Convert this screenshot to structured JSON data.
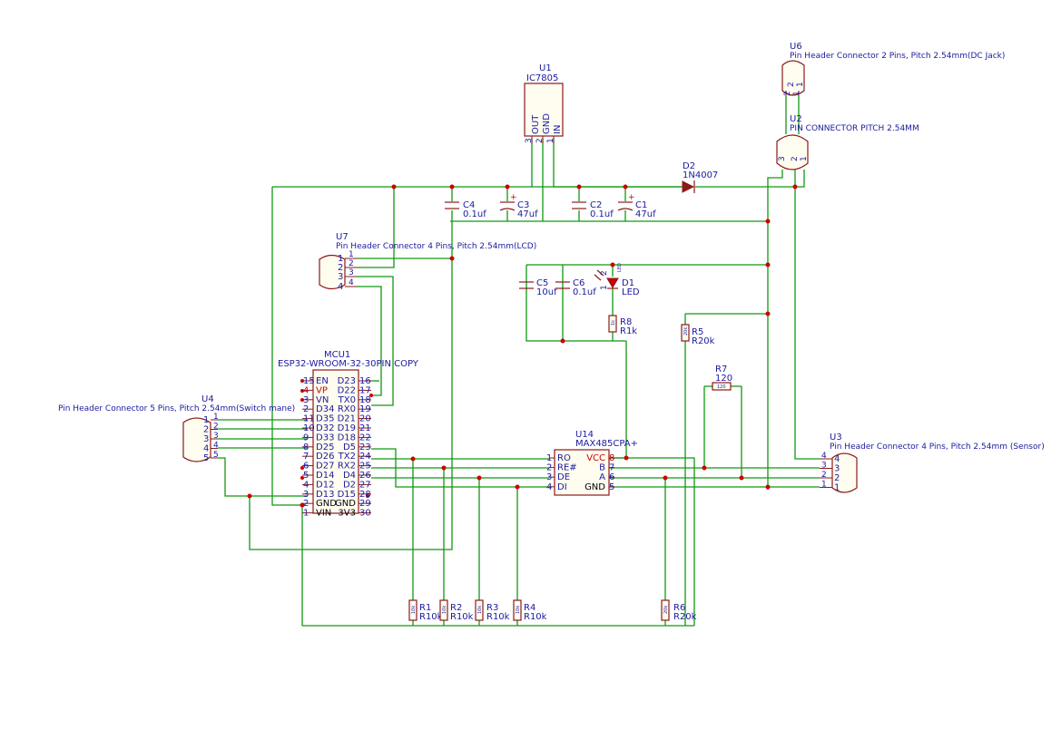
{
  "components": {
    "u1": {
      "ref": "U1",
      "value": "IC7805",
      "pins": {
        "out": "OUT",
        "gnd": "GND",
        "in": "IN",
        "n3": "3",
        "n2": "2",
        "n1": "1"
      }
    },
    "u6": {
      "ref": "U6",
      "value": "Pin Header Connector 2 Pins, Pitch 2.54mm(DC Jack)",
      "pins": {
        "n2": "2",
        "n1": "1",
        "m2": "2",
        "m1": "1"
      }
    },
    "u2": {
      "ref": "U2",
      "value": "PIN CONNECTOR PITCH 2.54MM",
      "pins": {
        "n3": "3",
        "n2": "2",
        "n1": "1"
      }
    },
    "d2": {
      "ref": "D2",
      "value": "1N4007"
    },
    "c4": {
      "ref": "C4",
      "value": "0.1uf"
    },
    "c3": {
      "ref": "C3",
      "value": "47uf"
    },
    "c2": {
      "ref": "C2",
      "value": "0.1uf"
    },
    "c1": {
      "ref": "C1",
      "value": "47uf"
    },
    "plus": "+",
    "u7": {
      "ref": "U7",
      "value": "Pin Header Connector 4 Pins, Pitch 2.54mm(LCD)",
      "pins": [
        "1",
        "2",
        "3",
        "4"
      ]
    },
    "c5": {
      "ref": "C5",
      "value": "10uf"
    },
    "c6": {
      "ref": "C6",
      "value": "0.1uf"
    },
    "d1": {
      "ref": "D1",
      "value": "LED",
      "pin1": "1",
      "pin2": "2",
      "body": "LED"
    },
    "r8": {
      "ref": "R8",
      "value": "R1k",
      "body": "1k"
    },
    "r5": {
      "ref": "R5",
      "value": "R20k",
      "body": "20k"
    },
    "r7": {
      "ref": "R7",
      "value": "120",
      "body": "120"
    },
    "mcu1": {
      "ref": "MCU1",
      "value": "ESP32-WROOM-32-30PIN COPY",
      "left": [
        {
          "num": "15",
          "name": "EN"
        },
        {
          "num": "4",
          "name": "VP"
        },
        {
          "num": "3",
          "name": "VN"
        },
        {
          "num": "2",
          "name": "D34"
        },
        {
          "num": "11",
          "name": "D35"
        },
        {
          "num": "10",
          "name": "D32"
        },
        {
          "num": "9",
          "name": "D33"
        },
        {
          "num": "8",
          "name": "D25"
        },
        {
          "num": "7",
          "name": "D26"
        },
        {
          "num": "6",
          "name": "D27"
        },
        {
          "num": "5",
          "name": "D14"
        },
        {
          "num": "4",
          "name": "D12"
        },
        {
          "num": "3",
          "name": "D13"
        },
        {
          "num": "2",
          "name": "GND"
        },
        {
          "num": "1",
          "name": "VIN"
        }
      ],
      "right": [
        {
          "num": "16",
          "name": "D23"
        },
        {
          "num": "17",
          "name": "D22"
        },
        {
          "num": "18",
          "name": "TX0"
        },
        {
          "num": "19",
          "name": "RX0"
        },
        {
          "num": "20",
          "name": "D21"
        },
        {
          "num": "21",
          "name": "D19"
        },
        {
          "num": "22",
          "name": "D18"
        },
        {
          "num": "23",
          "name": "D5"
        },
        {
          "num": "24",
          "name": "TX2"
        },
        {
          "num": "25",
          "name": "RX2"
        },
        {
          "num": "26",
          "name": "D4"
        },
        {
          "num": "27",
          "name": "D2"
        },
        {
          "num": "28",
          "name": "D15"
        },
        {
          "num": "29",
          "name": "GND"
        },
        {
          "num": "30",
          "name": "3V3"
        }
      ]
    },
    "u4": {
      "ref": "U4",
      "value": "Pin Header Connector 5 Pins, Pitch 2.54mm(Switch mane)",
      "pins": [
        "1",
        "2",
        "3",
        "4",
        "5"
      ]
    },
    "u14": {
      "ref": "U14",
      "value": "MAX485CPA+",
      "left": [
        {
          "num": "1",
          "name": "RO"
        },
        {
          "num": "2",
          "name": "RE#"
        },
        {
          "num": "3",
          "name": "DE"
        },
        {
          "num": "4",
          "name": "DI"
        }
      ],
      "right": [
        {
          "num": "8",
          "name": "VCC"
        },
        {
          "num": "7",
          "name": "B"
        },
        {
          "num": "6",
          "name": "A"
        },
        {
          "num": "5",
          "name": "GND"
        }
      ]
    },
    "u3": {
      "ref": "U3",
      "value": "Pin Header Connector 4 Pins, Pitch 2.54mm (Sensor)",
      "pins": [
        "4",
        "3",
        "2",
        "1"
      ]
    },
    "r1": {
      "ref": "R1",
      "value": "R10k",
      "body": "10k"
    },
    "r2": {
      "ref": "R2",
      "value": "R10k",
      "body": "10k"
    },
    "r3": {
      "ref": "R3",
      "value": "R10k",
      "body": "10k"
    },
    "r4": {
      "ref": "R4",
      "value": "R10k",
      "body": "10k"
    },
    "r6": {
      "ref": "R6",
      "value": "R20k",
      "body": "20k"
    }
  },
  "colors": {
    "wire": "#119911",
    "body": "#8b1a1a",
    "text": "#1a1aa0",
    "power": "#cc0000"
  }
}
